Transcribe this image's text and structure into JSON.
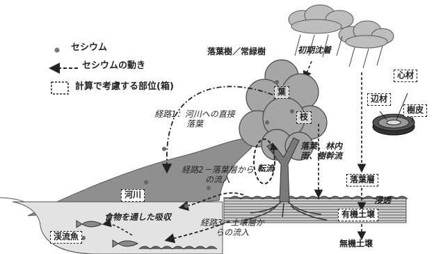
{
  "legend": {
    "cesium": "セシウム",
    "cesium_movement": "セシウムの動き",
    "compartment": "計算で考慮する部位(箱)"
  },
  "labels": {
    "tree_type": "落葉樹／常緑樹",
    "initial_deposition": "初期沈着",
    "leaf": "葉",
    "branch": "枝",
    "throughfall": "落葉、林内雨、樹幹流",
    "turnover": "転流",
    "litter": "落葉層",
    "infiltration": "浸透",
    "organic_soil": "有機土壌",
    "mineral_soil": "無機土壌",
    "sapwood": "辺材",
    "heartwood": "心材",
    "bark": "樹皮",
    "route1": "経路1：河川への直接落葉",
    "route2": "経路2－落葉層からの流入",
    "route3": "経路3－土壌層からの流入",
    "river": "河川",
    "food_uptake": "食物を通した吸収",
    "stream_fish": "渓流魚"
  }
}
